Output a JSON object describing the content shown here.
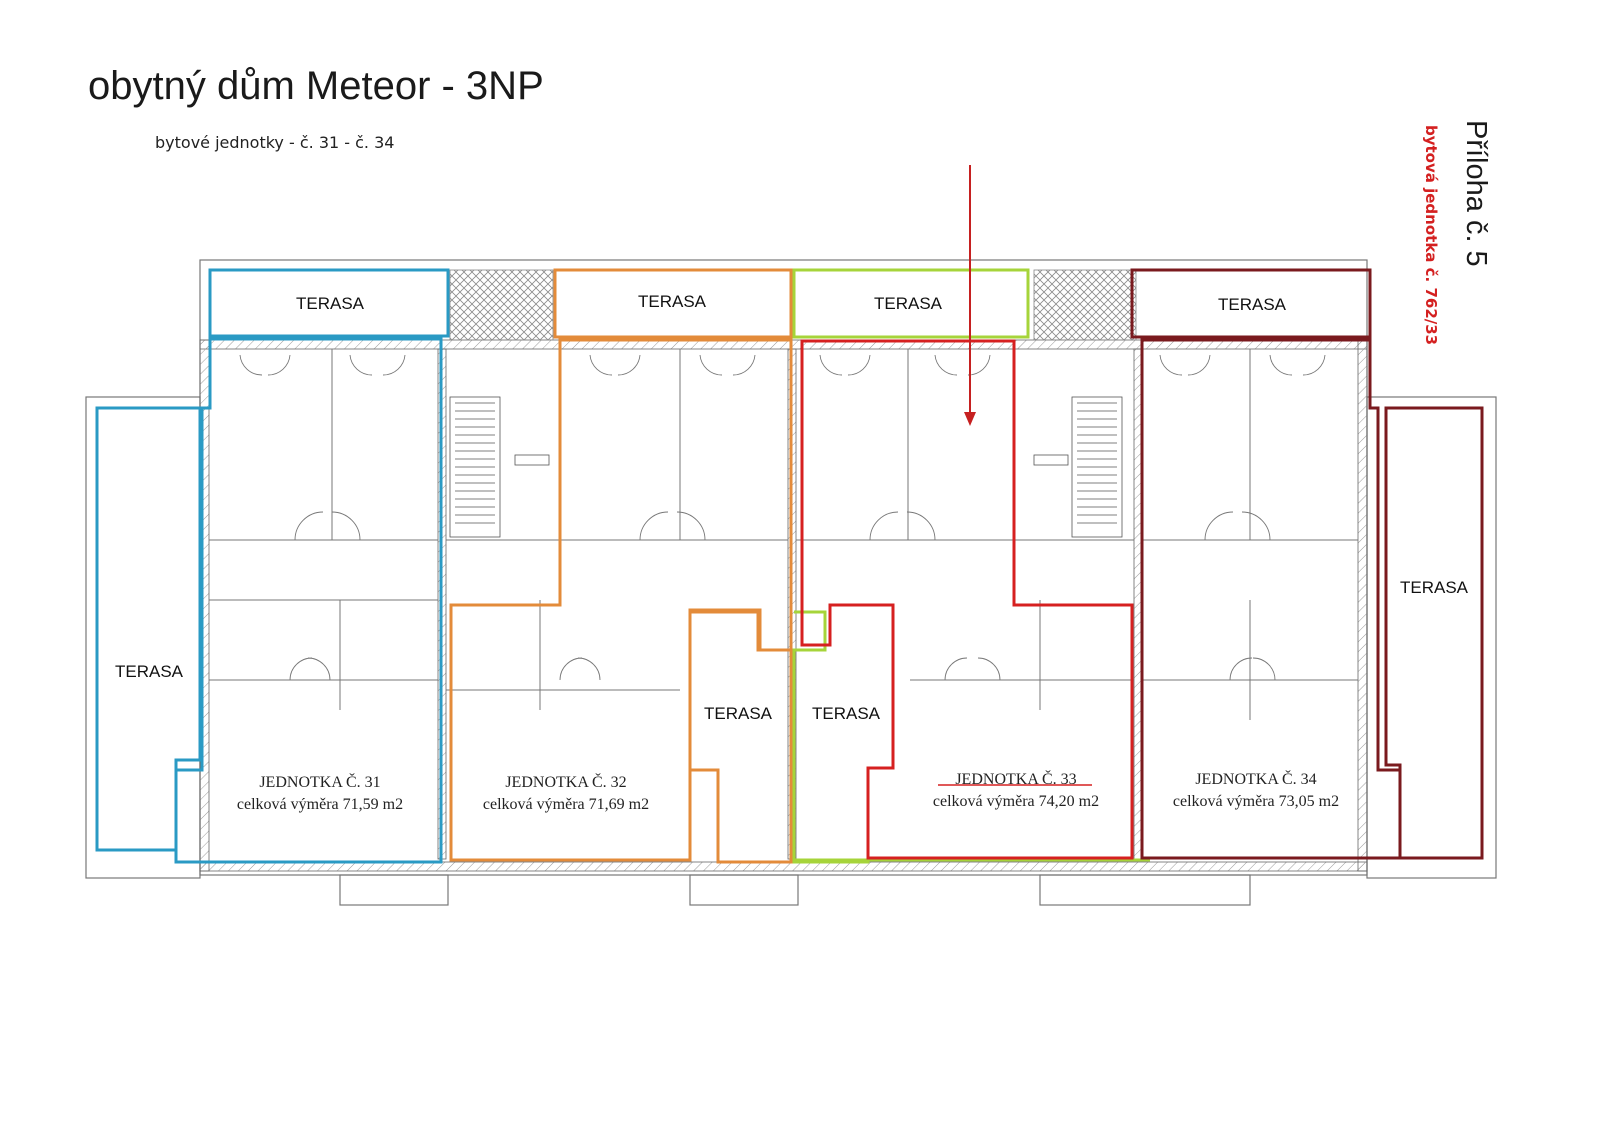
{
  "title": "obytný dům Meteor - 3NP",
  "subtitle": "bytové jednotky - č. 31 - č. 34",
  "annex": "Příloha č. 5",
  "unit_ref": "bytová jednotka č. 762/33",
  "terrace_label": "TERASA",
  "units": [
    {
      "name": "JEDNOTKA Č. 31",
      "area": "celková výměra 71,59 m2",
      "color": "#2a9ac4"
    },
    {
      "name": "JEDNOTKA Č. 32",
      "area": "celková výměra 71,69 m2",
      "color": "#e38b3a"
    },
    {
      "name": "JEDNOTKA Č. 33",
      "area": "celková výměra 74,20 m2",
      "color": "#d62020"
    },
    {
      "name": "JEDNOTKA Č. 34",
      "area": "celková výměra 73,05 m2",
      "color": "#7a1a1e"
    }
  ],
  "colors": {
    "unit33_terrace": "#a6d43a",
    "arrow": "#c62020",
    "wall": "#666666",
    "hatch": "#9a9a9a"
  }
}
